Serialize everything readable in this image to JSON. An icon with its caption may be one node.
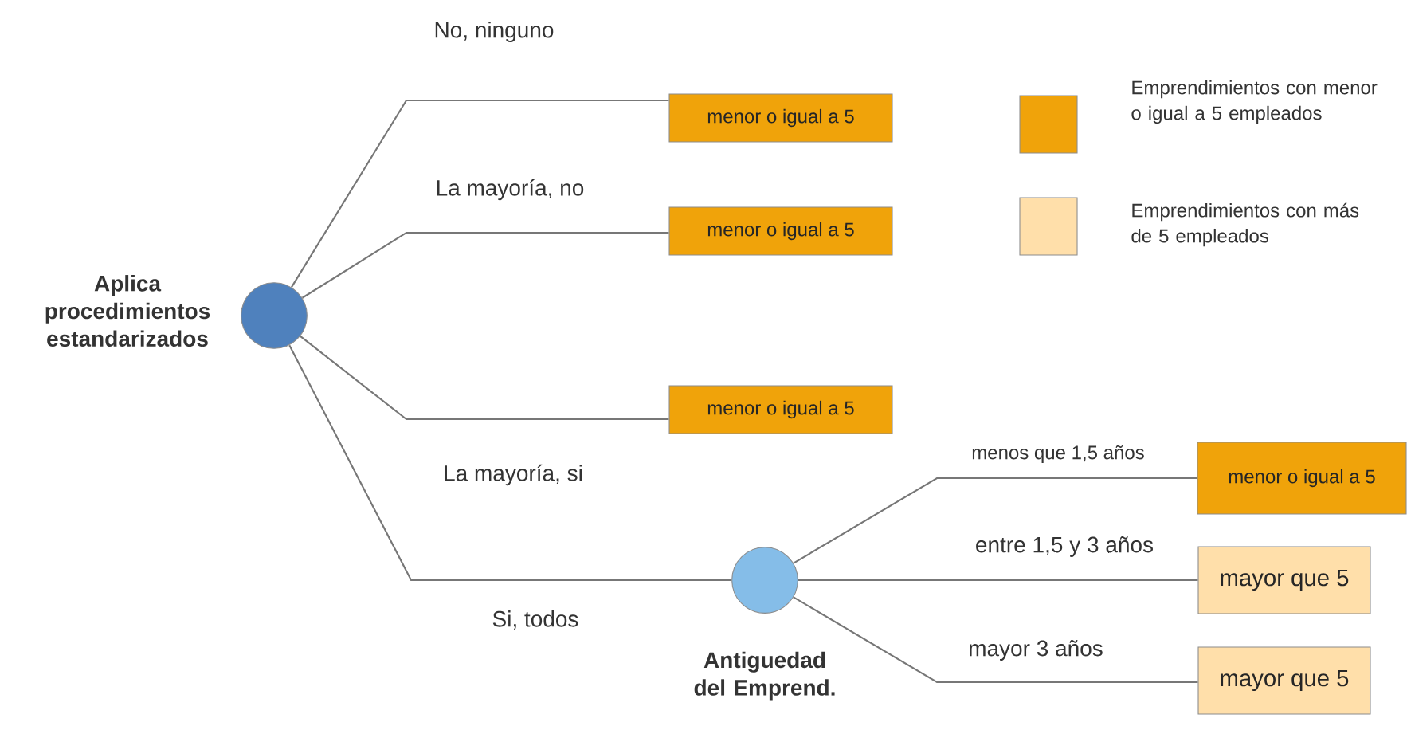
{
  "diagram": {
    "nodes": [
      {
        "text": [
          "Aplica procedimientos estandarizados"
        ]
      },
      {
        "text": [
          "menor o igual a 5"
        ]
      },
      {
        "text": [
          "menor o igual a 5"
        ]
      },
      {
        "text": [
          "menor o igual a 5"
        ]
      },
      {
        "text": [
          "Antiguedad del Emprend."
        ]
      },
      {
        "text": [
          "menor o igual a 5"
        ]
      },
      {
        "text": [
          "mayor que 5"
        ]
      },
      {
        "text": [
          "mayor que 5"
        ]
      }
    ],
    "edges": [
      {
        "from": 0,
        "to": 1,
        "arrow": "none",
        "label": "No, ninguno"
      },
      {
        "from": 0,
        "to": 2,
        "arrow": "none",
        "label": "La mayoría, no"
      },
      {
        "from": 0,
        "to": 3,
        "arrow": "none",
        "label": "La mayoría, si"
      },
      {
        "from": 0,
        "to": 4,
        "arrow": "none",
        "label": "Si, todos"
      },
      {
        "from": 4,
        "to": 5,
        "arrow": "none",
        "label": "menos que 1,5 años"
      },
      {
        "from": 4,
        "to": 6,
        "arrow": "none",
        "label": "entre 1,5 y 3 años"
      },
      {
        "from": 4,
        "to": 7,
        "arrow": "none",
        "label": "mayor 3 años"
      }
    ],
    "legend": [
      {
        "text": "Emprendimientos con menor o igual a 5 empleados",
        "color": "#f0a30a"
      },
      {
        "text": "Emprendimientos con más de 5 empleados",
        "color": "#ffdfaa"
      }
    ]
  }
}
